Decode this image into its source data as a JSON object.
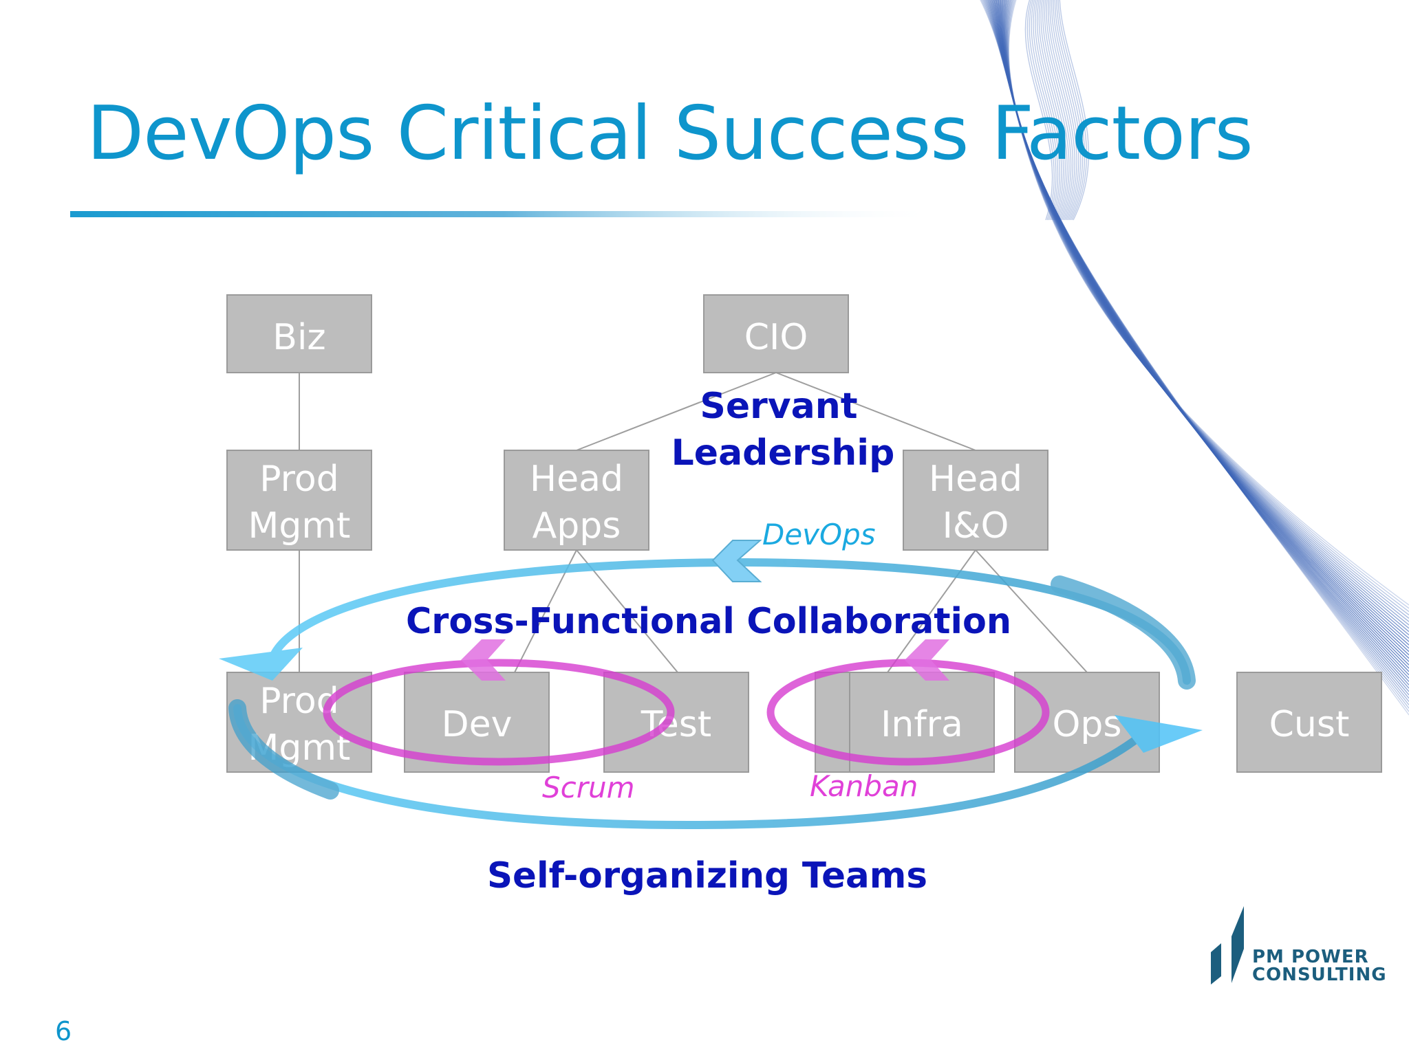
{
  "title": "DevOps Critical Success Factors",
  "page_number": "6",
  "boxes": {
    "biz": "Biz",
    "cio": "CIO",
    "prod_mgmt_top": [
      "Prod",
      "Mgmt"
    ],
    "head_apps": [
      "Head",
      "Apps"
    ],
    "head_io": [
      "Head",
      "I&O"
    ],
    "prod_mgmt_bottom": [
      "Prod",
      "Mgmt"
    ],
    "dev": "Dev",
    "test": "Test",
    "infra": "Infra",
    "ops": "Ops",
    "cust": "Cust"
  },
  "labels": {
    "servant_leadership": [
      "Servant",
      "Leadership"
    ],
    "cross_functional": "Cross-Functional Collaboration",
    "self_organizing": "Self-organizing Teams",
    "devops": "DevOps",
    "scrum": "Scrum",
    "kanban": "Kanban"
  },
  "logo": {
    "line1": "PM POWER",
    "line2": "CONSULTING"
  },
  "colors": {
    "title": "#0E95CC",
    "main_label": "#0A14B8",
    "box_fill": "#BDBDBD",
    "magenta": "#E040D8",
    "cyan": "#4FC3F7"
  }
}
